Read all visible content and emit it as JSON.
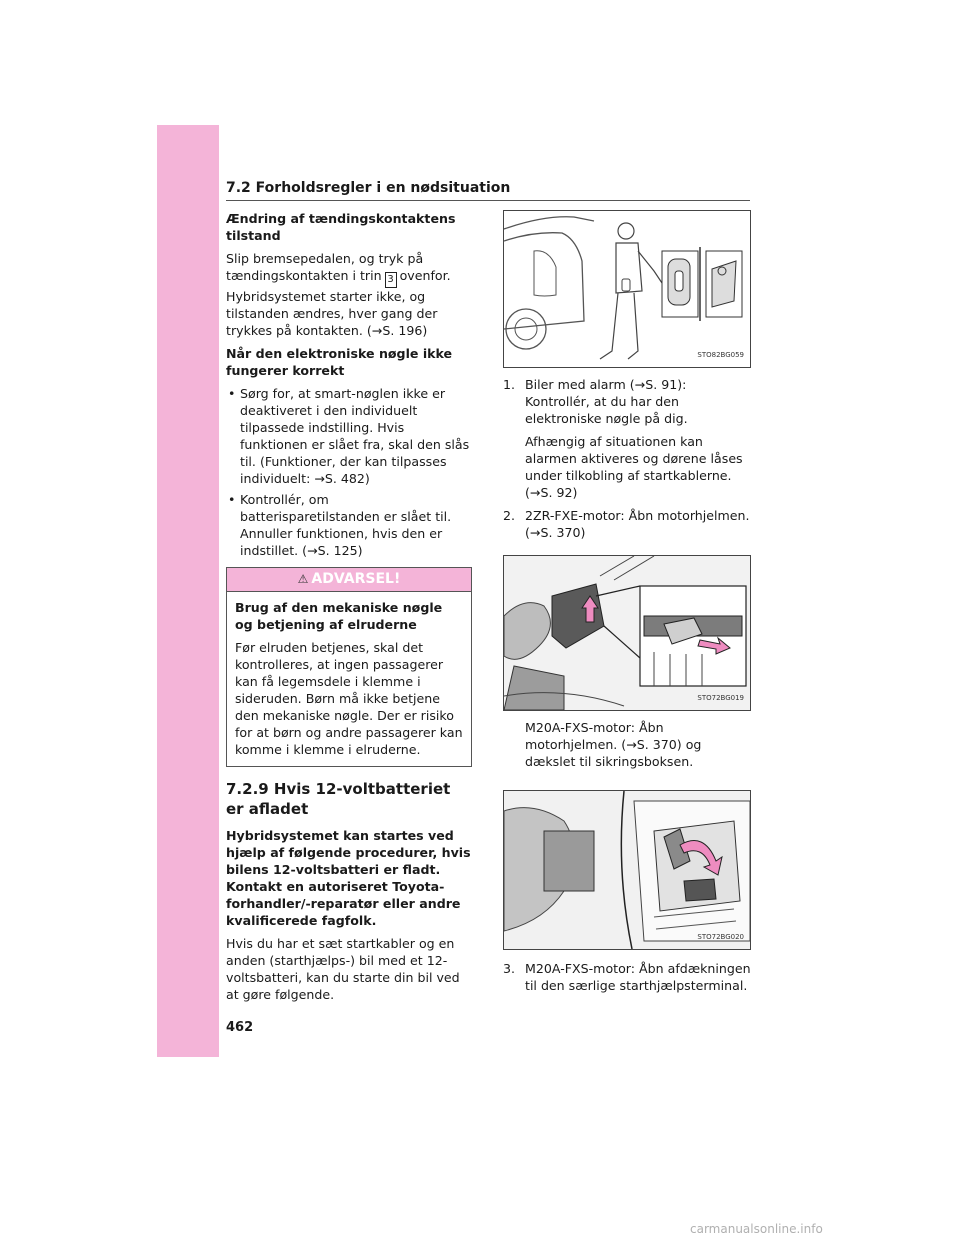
{
  "page": {
    "number": "462"
  },
  "header": {
    "section": "7.2  Forholdsregler i en nødsituation"
  },
  "left": {
    "h1": "Ændring af tændingskontaktens tilstand",
    "p1_pre": "Slip bremsepedalen, og tryk på tændingskontakten i trin",
    "p1_key": "3",
    "p1_post": "ovenfor. Hybridsystemet starter ikke, og tilstanden ændres, hver gang der trykkes på kontakten. (→S. 196)",
    "h2": "Når den elektroniske nøgle ikke fungerer korrekt",
    "bullets": [
      "Sørg for, at smart-nøglen ikke er deaktiveret i den individuelt tilpassede indstilling. Hvis funktionen er slået fra, skal den slås til. (Funktioner, der kan tilpasses individuelt: →S. 482)",
      "Kontrollér, om batterisparetilstanden er slået til. Annuller funktionen, hvis den er indstillet. (→S. 125)"
    ],
    "warning": {
      "title": "ADVARSEL!",
      "heading": "Brug af den mekaniske nøgle og betjening af elruderne",
      "body": "Før elruden betjenes, skal det kontrolleres, at ingen passagerer kan få legemsdele i klemme i sideruden. Børn må ikke betjene den mekaniske nøgle. Der er risiko for at børn og andre passagerer kan komme i klemme i elruderne."
    },
    "subsection_title": "7.2.9  Hvis 12-voltbatteriet er afladet",
    "bold_intro": "Hybridsystemet kan startes ved hjælp af følgende procedurer, hvis bilens 12-voltsbatteri er fladt. Kontakt en autoriseret Toyota-forhandler/-reparatør eller andre kvalificerede fagfolk.",
    "p_last": "Hvis du har et sæt startkabler og en anden (starthjælps-) bil med et 12-voltsbatteri, kan du starte din bil ved at gøre følgende."
  },
  "right": {
    "fig1_code": "STO82BG059",
    "step1_num": "1.",
    "step1": "Biler med alarm (→S. 91): Kontrollér, at du har den elektroniske nøgle på dig.",
    "step1_note": "Afhængig af situationen kan alarmen aktiveres og dørene låses under tilkobling af startkablerne. (→S. 92)",
    "step2_num": "2.",
    "step2": "2ZR-FXE-motor: Åbn motorhjelmen. (→S. 370)",
    "fig2_code": "STO72BG019",
    "step2_note": "M20A-FXS-motor: Åbn motorhjelmen. (→S. 370) og dækslet til sikringsboksen.",
    "fig3_code": "STO72BG020",
    "step3_num": "3.",
    "step3": "M20A-FXS-motor: Åbn afdækningen til den særlige starthjælpsterminal."
  },
  "colors": {
    "accent_pink": "#f4b4d8",
    "arrow_pink": "#ee8cc0"
  },
  "watermark": "carmanualsonline.info"
}
